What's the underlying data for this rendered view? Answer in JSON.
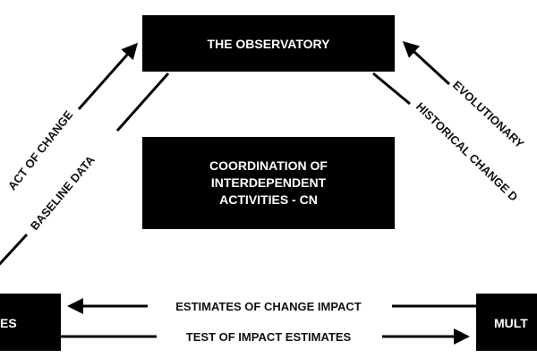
{
  "boxes": {
    "observatory": "THE OBSERVATORY",
    "coordination": [
      "COORDINATION OF",
      "INTERDEPENDENT",
      "ACTIVITIES - CN"
    ],
    "left": "ES",
    "right": "MULT"
  },
  "edges": {
    "left_outer": "ACT OF CHANGE",
    "left_inner": "BASELINE DATA",
    "right_outer": "EVOLUTIONARY",
    "right_inner": "HISTORICAL CHANGE D",
    "bottom_top": "ESTIMATES OF CHANGE IMPACT",
    "bottom_bottom": "TEST OF IMPACT ESTIMATES"
  },
  "colors": {
    "box": "#000000",
    "box_text": "#ffffff",
    "line": "#000000"
  }
}
